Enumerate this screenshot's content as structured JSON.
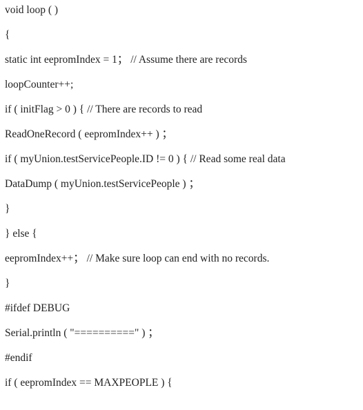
{
  "document": {
    "lines": [
      "void loop ( )",
      "{",
      "static int eepromIndex = 1； // Assume there are records",
      "loopCounter++;",
      "if ( initFlag > 0 ) { // There are records to read",
      "ReadOneRecord ( eepromIndex++ ) ；",
      "if ( myUnion.testServicePeople.ID != 0 ) { // Read some real data",
      "DataDump ( myUnion.testServicePeople ) ；",
      "}",
      "} else {",
      "eepromIndex++； // Make sure loop can end with no records.",
      "}",
      "#ifdef DEBUG",
      "Serial.println ( \"==========\" ) ；",
      "#endif",
      "if ( eepromIndex == MAXPEOPLE ) {"
    ]
  }
}
